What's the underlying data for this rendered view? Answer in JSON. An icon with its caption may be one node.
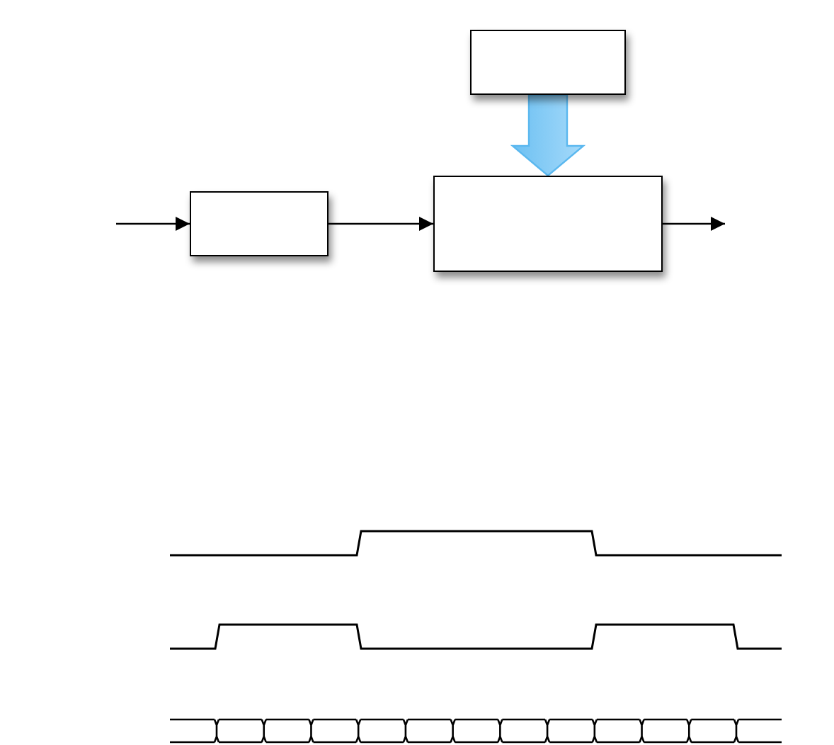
{
  "diagram": {
    "nodes": [
      {
        "text": [],
        "shape": "box"
      },
      {
        "text": [],
        "shape": "box"
      },
      {
        "text": [],
        "shape": "box"
      }
    ],
    "edges": [
      {
        "from": null,
        "to": 0,
        "arrow": "to"
      },
      {
        "from": 0,
        "to": 1,
        "arrow": "to"
      },
      {
        "from": 1,
        "to": null,
        "arrow": "to"
      },
      {
        "from": 2,
        "to": 1,
        "arrow": "to",
        "style": "thick",
        "color": "#5bb8ef"
      }
    ]
  }
}
